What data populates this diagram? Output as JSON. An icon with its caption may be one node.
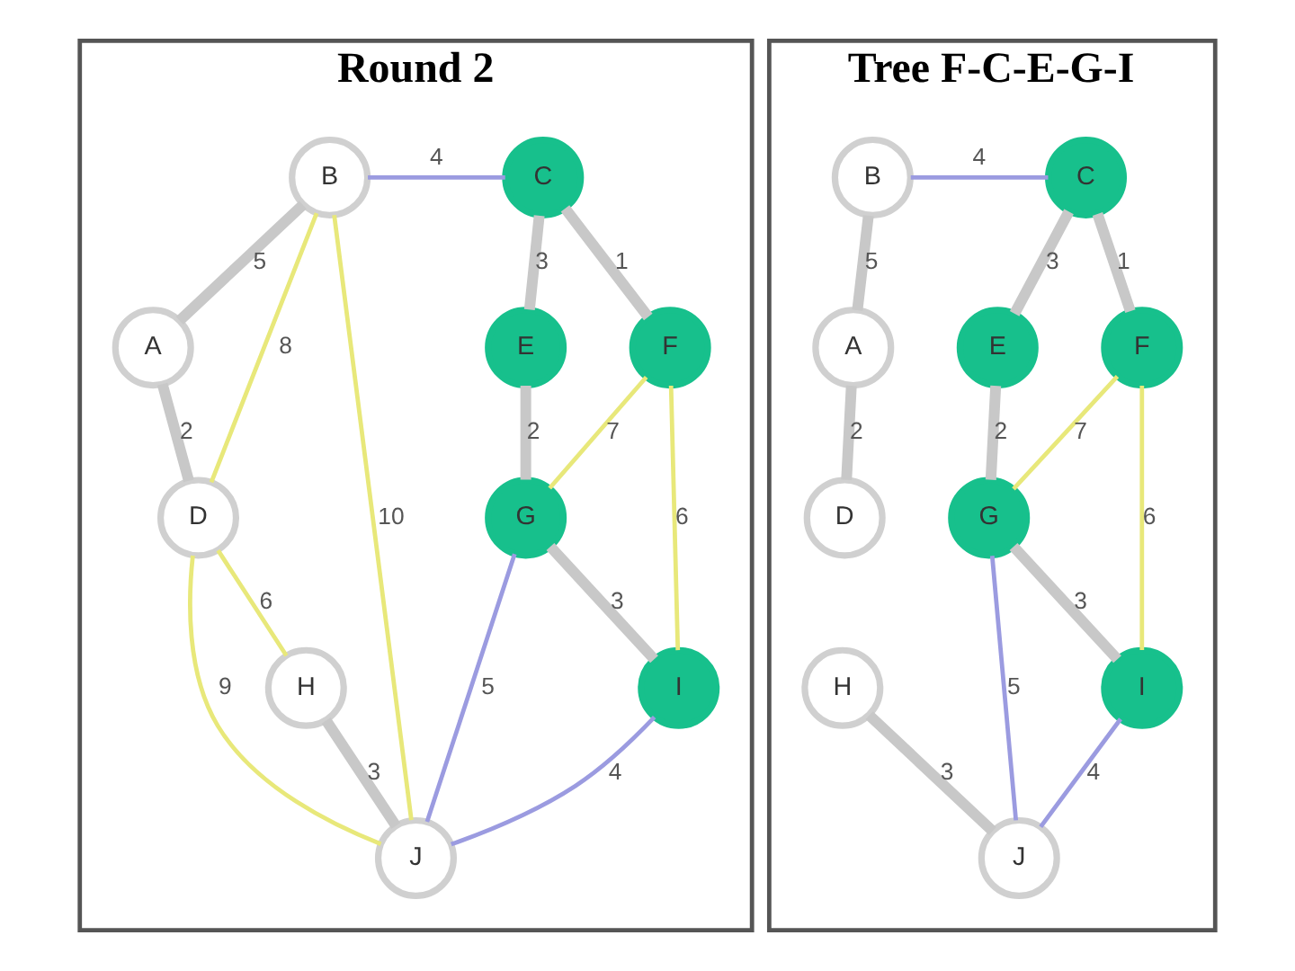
{
  "diagram": {
    "nodes": [
      {
        "text": [
          "Round 2"
        ]
      },
      {
        "text": [
          "B"
        ],
        "in": 0
      },
      {
        "text": [
          "C"
        ],
        "in": 0
      },
      {
        "text": [
          "A"
        ],
        "in": 0
      },
      {
        "text": [
          "E"
        ],
        "in": 0
      },
      {
        "text": [
          "F"
        ],
        "in": 0
      },
      {
        "text": [
          "D"
        ],
        "in": 0
      },
      {
        "text": [
          "G"
        ],
        "in": 0
      },
      {
        "text": [
          "I"
        ],
        "in": 0
      },
      {
        "text": [
          "H"
        ],
        "in": 0
      },
      {
        "text": [
          "J"
        ],
        "in": 0
      },
      {
        "text": [
          "Tree F-C-E-G-I"
        ]
      },
      {
        "text": [
          "B"
        ],
        "in": 11
      },
      {
        "text": [
          "C"
        ],
        "in": 11
      },
      {
        "text": [
          "A"
        ],
        "in": 11
      },
      {
        "text": [
          "E"
        ],
        "in": 11
      },
      {
        "text": [
          "F"
        ],
        "in": 11
      },
      {
        "text": [
          "D"
        ],
        "in": 11
      },
      {
        "text": [
          "G"
        ],
        "in": 11
      },
      {
        "text": [
          "I"
        ],
        "in": 11
      },
      {
        "text": [
          "H"
        ],
        "in": 11
      },
      {
        "text": [
          "J"
        ],
        "in": 11
      }
    ],
    "edges": [
      {
        "from": 3,
        "to": 1,
        "arrow": "none",
        "label": "5",
        "style": "thick"
      },
      {
        "from": 1,
        "to": 2,
        "arrow": "none",
        "label": "4",
        "color": "#9b9be0"
      },
      {
        "from": 3,
        "to": 6,
        "arrow": "none",
        "label": "2",
        "style": "thick"
      },
      {
        "from": 1,
        "to": 6,
        "arrow": "none",
        "label": "8",
        "color": "#e8e87a"
      },
      {
        "from": 1,
        "to": 10,
        "arrow": "none",
        "label": "10",
        "color": "#e8e87a"
      },
      {
        "from": 2,
        "to": 4,
        "arrow": "none",
        "label": "3",
        "style": "thick"
      },
      {
        "from": 2,
        "to": 5,
        "arrow": "none",
        "label": "1",
        "style": "thick"
      },
      {
        "from": 4,
        "to": 7,
        "arrow": "none",
        "label": "2",
        "style": "thick"
      },
      {
        "from": 7,
        "to": 5,
        "arrow": "none",
        "label": "7",
        "color": "#e8e87a"
      },
      {
        "from": 5,
        "to": 8,
        "arrow": "none",
        "label": "6",
        "color": "#e8e87a"
      },
      {
        "from": 6,
        "to": 9,
        "arrow": "none",
        "label": "6",
        "color": "#e8e87a"
      },
      {
        "from": 6,
        "to": 10,
        "arrow": "none",
        "label": "9",
        "color": "#e8e87a"
      },
      {
        "from": 7,
        "to": 8,
        "arrow": "none",
        "label": "3",
        "style": "thick"
      },
      {
        "from": 7,
        "to": 10,
        "arrow": "none",
        "label": "5",
        "color": "#9b9be0"
      },
      {
        "from": 8,
        "to": 10,
        "arrow": "none",
        "label": "4",
        "color": "#9b9be0"
      },
      {
        "from": 9,
        "to": 10,
        "arrow": "none",
        "label": "3",
        "style": "thick"
      },
      {
        "from": 14,
        "to": 12,
        "arrow": "none",
        "label": "5",
        "style": "thick"
      },
      {
        "from": 12,
        "to": 13,
        "arrow": "none",
        "label": "4",
        "color": "#9b9be0"
      },
      {
        "from": 14,
        "to": 17,
        "arrow": "none",
        "label": "2",
        "style": "thick"
      },
      {
        "from": 13,
        "to": 15,
        "arrow": "none",
        "label": "3",
        "style": "thick"
      },
      {
        "from": 13,
        "to": 16,
        "arrow": "none",
        "label": "1",
        "style": "thick"
      },
      {
        "from": 15,
        "to": 18,
        "arrow": "none",
        "label": "2",
        "style": "thick"
      },
      {
        "from": 18,
        "to": 16,
        "arrow": "none",
        "label": "7",
        "color": "#e8e87a"
      },
      {
        "from": 16,
        "to": 19,
        "arrow": "none",
        "label": "6",
        "color": "#e8e87a"
      },
      {
        "from": 18,
        "to": 19,
        "arrow": "none",
        "label": "3",
        "style": "thick"
      },
      {
        "from": 18,
        "to": 21,
        "arrow": "none",
        "label": "5",
        "color": "#9b9be0"
      },
      {
        "from": 19,
        "to": 21,
        "arrow": "none",
        "label": "4",
        "color": "#9b9be0"
      },
      {
        "from": 20,
        "to": 21,
        "arrow": "none",
        "label": "3",
        "style": "thick"
      }
    ]
  }
}
